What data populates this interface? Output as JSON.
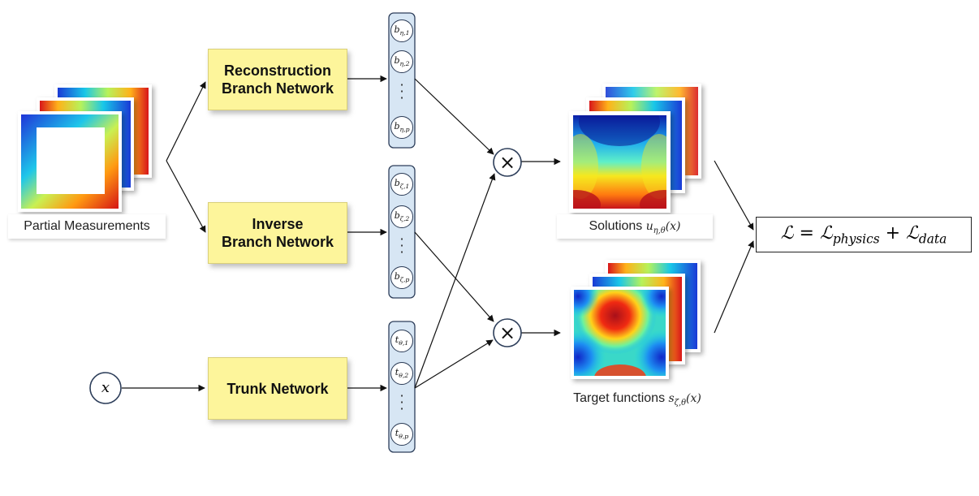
{
  "diagram": {
    "input_caption": "Partial Measurements",
    "reconstruction_network": "Reconstruction\nBranch Network",
    "inverse_network": "Inverse\nBranch Network",
    "trunk_network": "Trunk Network",
    "x_symbol": "x",
    "multiply_symbol": "×",
    "reconstruction_coefficients": [
      "b_{η,1}",
      "b_{η,2}",
      "b_{η,p}"
    ],
    "inverse_coefficients": [
      "b_{ζ,1}",
      "b_{ζ,2}",
      "b_{ζ,p}"
    ],
    "trunk_coefficients": [
      "t_{θ,1}",
      "t_{θ,2}",
      "t_{θ,p}"
    ],
    "solutions_caption_text": "Solutions",
    "solutions_caption_math": "u_{η,θ}(x)",
    "targets_caption_text": "Target  functions",
    "targets_caption_math": "s_{ζ,θ}(x)",
    "loss_formula": "ℒ = ℒ_{physics} + ℒ_{data}"
  },
  "colors": {
    "network_box": "#fdf59b",
    "coefficient_column": "#d7e6f4",
    "arrow": "#111111"
  }
}
